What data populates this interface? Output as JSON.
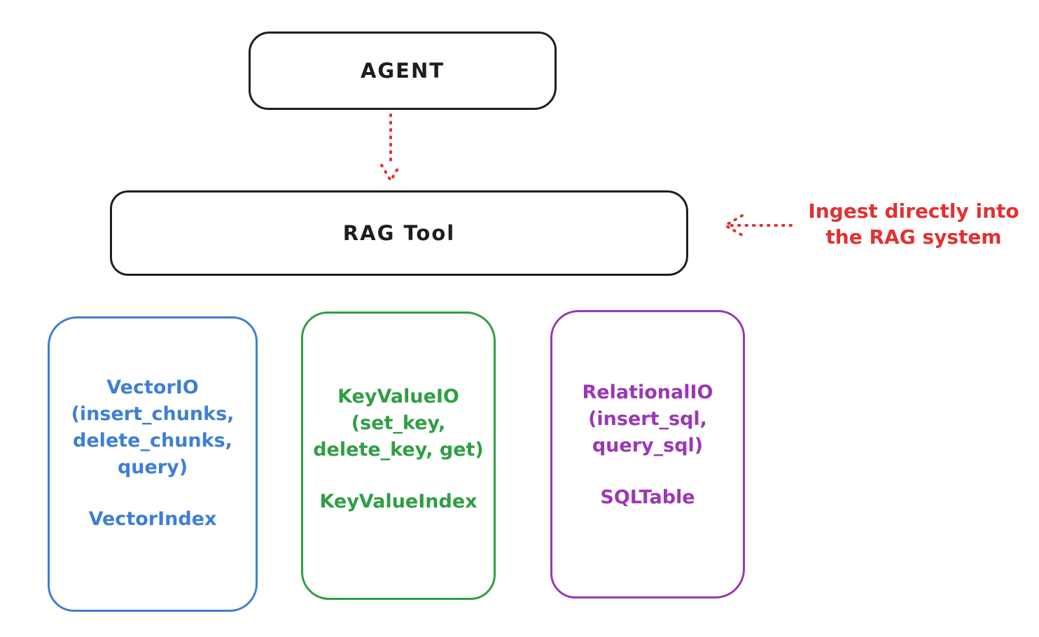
{
  "agent": {
    "label": "AGENT"
  },
  "rag_tool": {
    "label": "RAG Tool"
  },
  "annotation": {
    "line1": "Ingest directly into",
    "line2": "the RAG system",
    "color": "#e03131"
  },
  "arrows": {
    "agent_to_rag": {
      "color": "#e03131",
      "style": "dotted"
    },
    "annotation_to_rag": {
      "color": "#e03131",
      "style": "dotted"
    }
  },
  "io_boxes": [
    {
      "id": "vector-io",
      "color": "#3e7fd4",
      "lines": [
        "VectorIO",
        "(insert_chunks,",
        "delete_chunks,",
        "query)"
      ],
      "index_label": "VectorIndex"
    },
    {
      "id": "keyvalue-io",
      "color": "#2f9e44",
      "lines": [
        "KeyValueIO",
        "(set_key,",
        "delete_key, get)"
      ],
      "index_label": "KeyValueIndex"
    },
    {
      "id": "relational-io",
      "color": "#9c36b5",
      "lines": [
        "RelationalIO",
        "(insert_sql,",
        "query_sql)"
      ],
      "index_label": "SQLTable"
    }
  ]
}
